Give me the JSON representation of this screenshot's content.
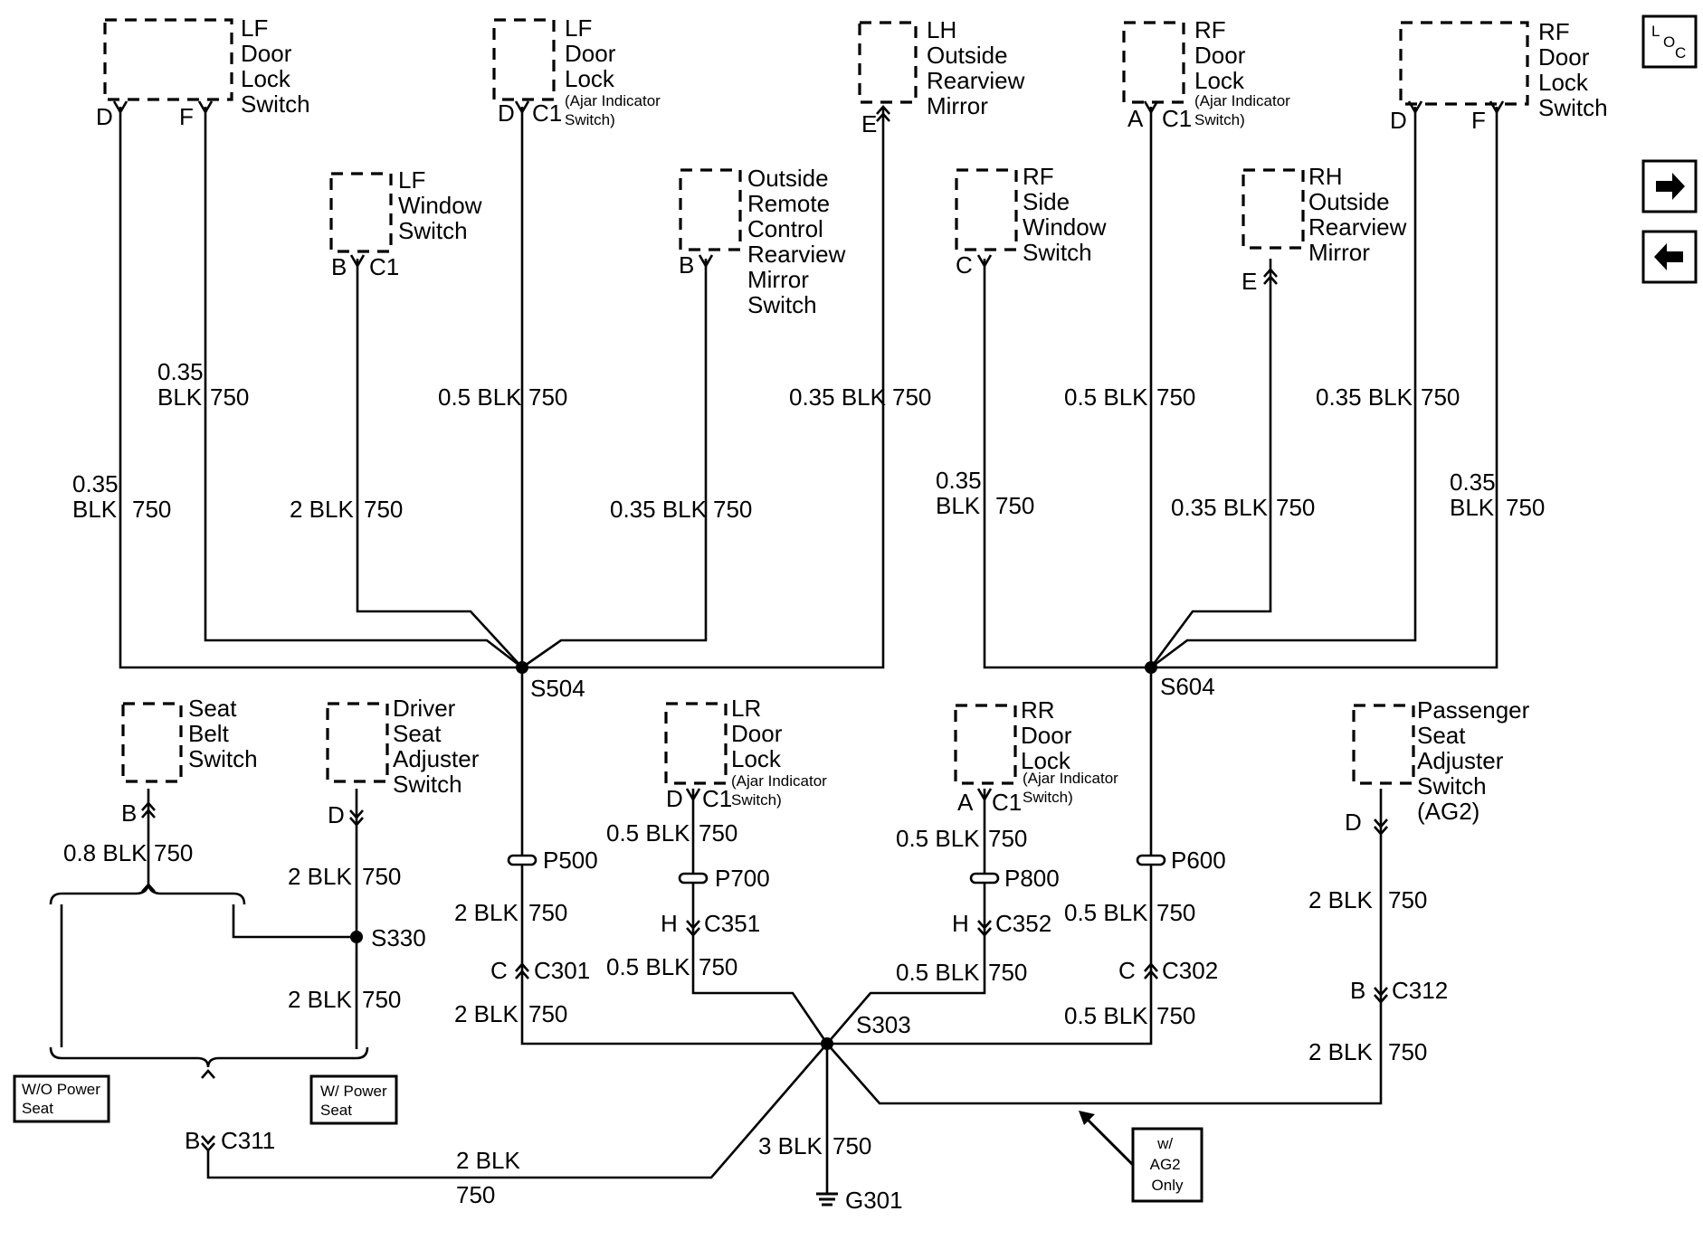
{
  "components": {
    "lf_door_lock_switch": [
      "LF",
      "Door",
      "Lock",
      "Switch"
    ],
    "lf_door_lock_ajar": [
      "LF",
      "Door",
      "Lock"
    ],
    "ajar_note": [
      "(Ajar Indicator",
      "Switch)"
    ],
    "lh_outside_mirror": [
      "LH",
      "Outside",
      "Rearview",
      "Mirror"
    ],
    "rf_door_lock_ajar": [
      "RF",
      "Door",
      "Lock"
    ],
    "rf_door_lock_switch": [
      "RF",
      "Door",
      "Lock",
      "Switch"
    ],
    "lf_window_switch": [
      "LF",
      "Window",
      "Switch"
    ],
    "outside_remote_mirror_switch": [
      "Outside",
      "Remote",
      "Control",
      "Rearview",
      "Mirror",
      "Switch"
    ],
    "rf_side_window_switch": [
      "RF",
      "Side",
      "Window",
      "Switch"
    ],
    "rh_outside_mirror": [
      "RH",
      "Outside",
      "Rearview",
      "Mirror"
    ],
    "seat_belt_switch": [
      "Seat",
      "Belt",
      "Switch"
    ],
    "driver_seat_adjuster": [
      "Driver",
      "Seat",
      "Adjuster",
      "Switch"
    ],
    "lr_door_lock": [
      "LR",
      "Door",
      "Lock"
    ],
    "rr_door_lock": [
      "RR",
      "Door",
      "Lock"
    ],
    "passenger_seat_adjuster": [
      "Passenger",
      "Seat",
      "Adjuster",
      "Switch",
      "(AG2)"
    ]
  },
  "pins": {
    "D": "D",
    "F": "F",
    "C1": "C1",
    "E": "E",
    "A": "A",
    "B": "B",
    "C": "C",
    "H": "H"
  },
  "wires": {
    "w035": "0.35",
    "blk": "BLK",
    "c750": "750",
    "w035blk": "0.35 BLK",
    "w05blk": "0.5 BLK",
    "w2blk": "2 BLK",
    "w08blk": "0.8 BLK",
    "w3blk": "3 BLK"
  },
  "splices": {
    "s504": "S504",
    "s604": "S604",
    "s330": "S330",
    "s303": "S303"
  },
  "connectors": {
    "p500": "P500",
    "p700": "P700",
    "p800": "P800",
    "p600": "P600",
    "c301": "C301",
    "c302": "C302",
    "c351": "C351",
    "c352": "C352",
    "c311": "C311",
    "c312": "C312"
  },
  "ground": "G301",
  "options": {
    "wo_power_seat": [
      "W/O Power",
      "Seat"
    ],
    "w_power_seat": [
      "W/ Power",
      "Seat"
    ],
    "ag2_only": [
      "w/",
      "AG2",
      "Only"
    ]
  },
  "nav": {
    "loc_l": "L",
    "loc_o": "O",
    "loc_c": "C",
    "next_icon": "arrow-right-icon",
    "prev_icon": "arrow-left-icon"
  }
}
